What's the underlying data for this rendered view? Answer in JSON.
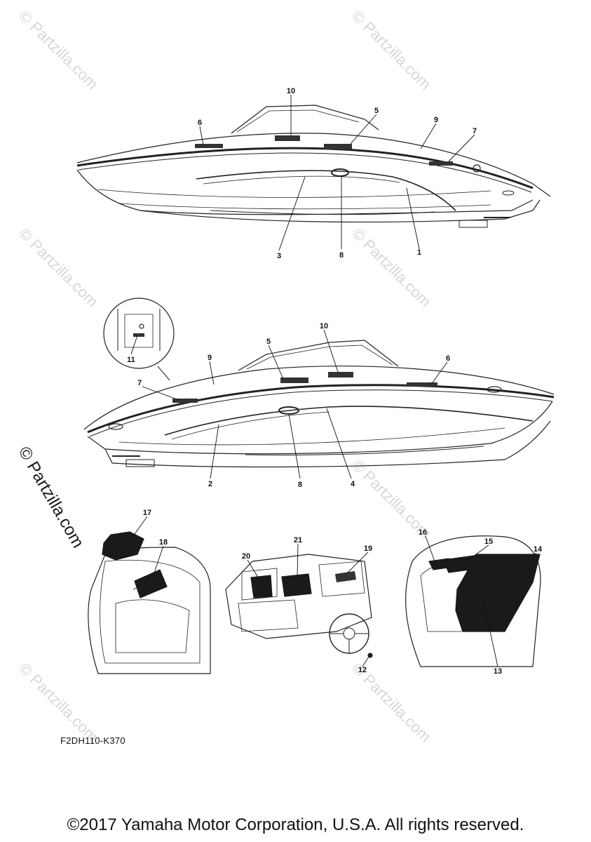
{
  "watermark": "© Partzilla.com",
  "diagram_code": "F2DH110-K370",
  "copyright": "©2017 Yamaha Motor Corporation, U.S.A. All rights reserved.",
  "callouts": [
    "1",
    "2",
    "3",
    "4",
    "5",
    "6",
    "7",
    "8",
    "9",
    "10",
    "11",
    "12",
    "13",
    "14",
    "15",
    "16",
    "17",
    "18",
    "19",
    "20",
    "21"
  ]
}
